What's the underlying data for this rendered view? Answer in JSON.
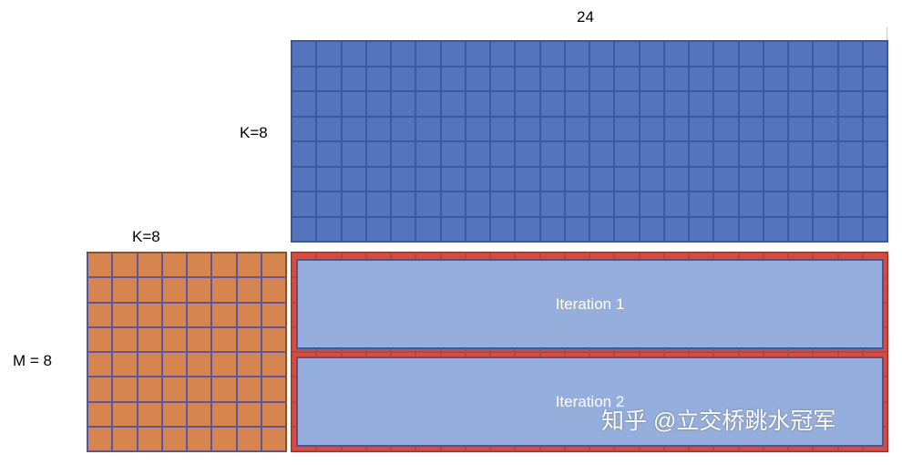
{
  "labels": {
    "top_width": "24",
    "k_blue": "K=8",
    "k_orange": "K=8",
    "m_left": "M = 8"
  },
  "iterations": [
    "Iteration 1",
    "Iteration 2"
  ],
  "grids": {
    "blue": {
      "rows": 8,
      "cols": 24,
      "fill": "#5574be"
    },
    "orange": {
      "rows": 8,
      "cols": 8,
      "fill": "#d6854e"
    },
    "red": {
      "rows": 8,
      "cols": 24,
      "fill": "#d84c40"
    }
  },
  "iteration_fill": "#95aedb",
  "watermark": "知乎 @立交桥跳水冠军"
}
